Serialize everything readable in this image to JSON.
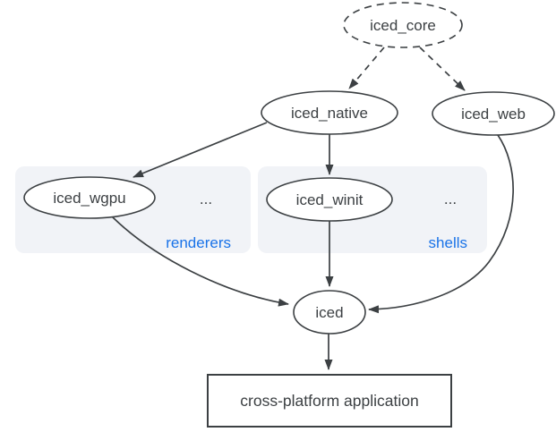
{
  "colors": {
    "background": "#ffffff",
    "node_fill": "#ffffff",
    "node_stroke": "#3c4043",
    "edge": "#3c4043",
    "text": "#3c4043",
    "group_fill": "#f1f3f7",
    "accent_blue": "#1a73e8"
  },
  "nodes": {
    "iced_core": {
      "label": "iced_core",
      "shape": "ellipse",
      "style": "dashed"
    },
    "iced_native": {
      "label": "iced_native",
      "shape": "ellipse",
      "style": "solid"
    },
    "iced_web": {
      "label": "iced_web",
      "shape": "ellipse",
      "style": "solid"
    },
    "iced_wgpu": {
      "label": "iced_wgpu",
      "shape": "ellipse",
      "style": "solid"
    },
    "iced_winit": {
      "label": "iced_winit",
      "shape": "ellipse",
      "style": "solid"
    },
    "iced": {
      "label": "iced",
      "shape": "ellipse",
      "style": "solid"
    },
    "application": {
      "label": "cross-platform application",
      "shape": "rect",
      "style": "solid"
    }
  },
  "groups": {
    "renderers": {
      "label": "renderers",
      "ellipsis": "...",
      "contains": [
        "iced_wgpu"
      ]
    },
    "shells": {
      "label": "shells",
      "ellipsis": "...",
      "contains": [
        "iced_winit"
      ]
    }
  },
  "edges": [
    {
      "from": "iced_core",
      "to": "iced_native",
      "style": "dashed"
    },
    {
      "from": "iced_core",
      "to": "iced_web",
      "style": "dashed"
    },
    {
      "from": "iced_native",
      "to": "iced_wgpu",
      "style": "solid"
    },
    {
      "from": "iced_native",
      "to": "iced_winit",
      "style": "solid"
    },
    {
      "from": "iced_wgpu",
      "to": "iced",
      "style": "solid"
    },
    {
      "from": "iced_winit",
      "to": "iced",
      "style": "solid"
    },
    {
      "from": "iced_web",
      "to": "iced",
      "style": "solid"
    },
    {
      "from": "iced",
      "to": "application",
      "style": "solid"
    }
  ]
}
